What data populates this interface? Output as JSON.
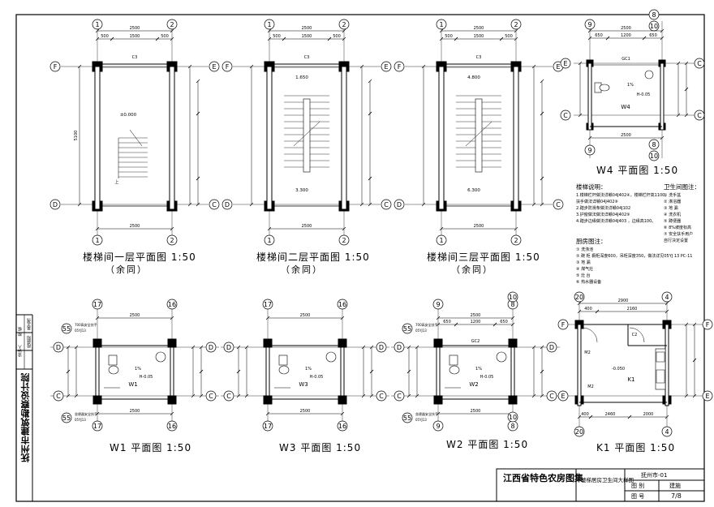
{
  "institute": "抚州市建筑勘察设计院",
  "side_labels": [
    "设计人",
    "校 核",
    "吴志伟",
    "段晨阳"
  ],
  "title_block": {
    "project": "江西省特色农房图集",
    "drawing": "楼梯居房卫生间大样图",
    "sheet_no_label": "抚州市-01",
    "category_label": "图 别",
    "category_value": "建施",
    "number_label": "图 号",
    "number_value": "7/8"
  },
  "plans": {
    "stair1": {
      "title": "楼梯间一层平面图 1:50",
      "sub": "（余同）",
      "axes_top": [
        "1",
        "2"
      ],
      "axes_bottom": [
        "1",
        "2"
      ],
      "axes_left": [
        "F",
        "D"
      ],
      "axes_right": [
        "E",
        "C"
      ],
      "dims_top": [
        "2500",
        "500",
        "1500",
        "500"
      ],
      "dim_bottom": "2500",
      "dim_left": "5100",
      "level": "±0.000",
      "up": "上",
      "label_c3": "C3"
    },
    "stair2": {
      "title": "楼梯间二层平面图 1:50",
      "sub": "（余同）",
      "axes_top": [
        "1",
        "2"
      ],
      "axes_bottom": [
        "1",
        "2"
      ],
      "axes_left": [
        "F",
        "D"
      ],
      "axes_right": [
        "E",
        "C"
      ],
      "dims_top": [
        "2500",
        "500",
        "1500",
        "500"
      ],
      "dim_bottom": "2500",
      "level_top": "1.650",
      "level_bot": "3.300",
      "label_c3": "C3"
    },
    "stair3": {
      "title": "楼梯间三层平面图 1:50",
      "sub": "（余同）",
      "axes_top": [
        "1",
        "2"
      ],
      "axes_bottom": [
        "1",
        "2"
      ],
      "axes_left": [
        "F",
        "D"
      ],
      "axes_right": [
        "E",
        "C"
      ],
      "dims_top": [
        "2500",
        "500",
        "1500",
        "500"
      ],
      "dim_bottom": "2500",
      "level_top": "4.800",
      "level_bot": "6.300",
      "label_c3": "C3"
    },
    "w4": {
      "title": "W4 平面图 1:50",
      "axes_top": [
        "9",
        "8",
        "10"
      ],
      "axes_bottom": [
        "9",
        "8",
        "10"
      ],
      "axes_left": [
        "E"
      ],
      "axes_right": [
        "C"
      ],
      "dims_top": [
        "2500",
        "650",
        "1200",
        "650"
      ],
      "dim_bottom": "2500",
      "label": "W4",
      "level": "H-0.05",
      "slope": "1%",
      "label_gc": "GC1"
    },
    "w1": {
      "title": "W1 平面图 1:50",
      "axes_top": [
        "17",
        "16"
      ],
      "axes_bottom": [
        "17",
        "16"
      ],
      "axes_left": [
        "D",
        "C"
      ],
      "axes_right": [
        "D",
        "C"
      ],
      "dim_top": "2500",
      "dim_bottom": "2500",
      "label": "W1",
      "level": "H-0.05",
      "slope": "1%",
      "note1": "700高安全扶手",
      "note2": "05YJ13",
      "note3": "坐便器安全扶手",
      "ref": "55"
    },
    "w3": {
      "title": "W3 平面图 1:50",
      "axes_top": [
        "17",
        "16"
      ],
      "axes_bottom": [
        "17",
        "16"
      ],
      "axes_left": [
        "D",
        "C"
      ],
      "axes_right": [
        "D",
        "C"
      ],
      "dim_top": "2500",
      "dim_bottom": "2500",
      "label": "W3",
      "level": "H-0.05",
      "slope": "1%"
    },
    "w2": {
      "title": "W2 平面图 1:50",
      "axes_top": [
        "9",
        "8",
        "10"
      ],
      "axes_bottom": [
        "9",
        "8",
        "10"
      ],
      "axes_left": [
        "D",
        "C"
      ],
      "axes_right": [
        "D",
        "C"
      ],
      "dims_top": [
        "2500",
        "650",
        "1200",
        "650"
      ],
      "dim_bottom": "2500",
      "label": "W2",
      "level": "H-0.05",
      "slope": "1%",
      "label_gc": "GC2",
      "note1": "700高安全扶手",
      "note2": "05YJ13",
      "note3": "坐便器安全扶手",
      "ref": "55"
    },
    "k1": {
      "title": "K1 平面图 1:50",
      "axes_top": [
        "20",
        "4"
      ],
      "axes_bottom": [
        "20",
        "4"
      ],
      "axes_left": [
        "F",
        "E"
      ],
      "axes_right": [
        "F",
        "E"
      ],
      "dims_top": [
        "2900",
        "400",
        "2160"
      ],
      "dims_bottom": [
        "400",
        "2460",
        "2000"
      ],
      "label": "K1",
      "level": "-0.050",
      "label_m2": "M2",
      "label_c2": "C2"
    }
  },
  "notes_stair": {
    "heading": "楼梯说明：",
    "items": [
      "1.楼梯栏杆做法详赣04J402④，楼梯栏杆高1100。",
      "  扶手做法详赣04J402⑧",
      "2.踏步防滑条做法详赣04J102",
      "3.护窗做法做法详赣04J402⑨",
      "4.踏步边缘做法详赣04J403 ，边缘高100。"
    ]
  },
  "notes_wc": {
    "heading": "卫生间图注：",
    "items": [
      "① 洗手盆",
      "② 淋浴器",
      "③ 地 漏",
      "④ 洗衣机",
      "⑤ 蹲便器",
      "⑥ 8%坡度标高",
      "⑦ 安全扶手用户",
      "  自行决定设置"
    ]
  },
  "notes_kitchen": {
    "heading": "厨房图注：",
    "items": [
      "① 洗涤池",
      "② 碗 柜 橱柜深度600，吊柜深度350，做法详见05YJ 13 PC-11",
      "③ 地 漏",
      "④ 煤气灶",
      "⑤ 灶 台",
      "⑥ 热水器设备"
    ]
  },
  "colors": {
    "line": "#000000",
    "paper": "#ffffff"
  }
}
